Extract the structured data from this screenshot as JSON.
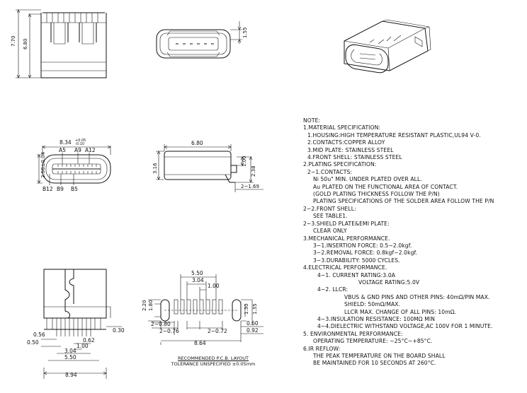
{
  "top_views": {
    "side_height_outer": "7.70",
    "side_height_inner": "6.80",
    "front_height": "1.55"
  },
  "front_view": {
    "width": "8.34",
    "width_tol_plus": "+0.05",
    "width_tol_minus": "-0.10",
    "height": "2.56±0.04",
    "pin_top_left_a": "A5",
    "pin_top_left_b": "A9",
    "pin_top_right": "A12",
    "pin_bot_b12": "B12",
    "pin_bot_b9": "B9",
    "pin_bot_b5": "B5"
  },
  "side_view": {
    "length": "6.80",
    "height_left": "3.16",
    "height_right_a": "1.00",
    "height_right_b": "2.38",
    "tail": "2~1.69"
  },
  "bottom_view": {
    "width_overall": "8.94",
    "dim_5_50": "5.50",
    "dim_3_04": "3.04",
    "dim_1_00": "1.00",
    "dim_0_56": "0.56",
    "dim_0_62": "0.62",
    "dim_0_50": "0.50",
    "dim_0_30": "0.30"
  },
  "pcb_layout": {
    "dim_5_50": "5.50",
    "dim_3_04": "3.04",
    "dim_1_00": "1.00",
    "dim_2_20": "2.20",
    "dim_1_80": "1.80",
    "dim_8_64": "8.64",
    "dim_2_0_80": "2~0.80",
    "dim_2_0_76": "2~0.76",
    "dim_2_0_72": "2~0.72",
    "dim_0_60": "0.60",
    "dim_1_30": "1.30",
    "dim_1_35": "1.35",
    "dim_0_92": "0.92",
    "caption_line1": "RECOMMENDED P.C.B. LAYOUT",
    "caption_line2": "TOLERANCE UNSPECIFIED ±0.05mm"
  },
  "notes": {
    "heading": "NOTE:",
    "n1": "1.MATERIAL SPECIFICATION:",
    "n1_1": "1.HOUSING:HIGH TEMPERATURE RESISTANT PLASTIC,UL94 V-0.",
    "n1_2": "2.CONTACTS:COPPER ALLOY",
    "n1_3": "3.MID PLATE: STAINLESS STEEL",
    "n1_4": "4.FRONT SHELL: STAINLESS STEEL",
    "n2": "2.PLATING SPECIFICATION:",
    "n2_1": "2−1.CONTACTS:",
    "n2_1a": "Ni 50u\" MIN. UNDER PLATED OVER ALL.",
    "n2_1b": "Au PLATED ON THE FUNCTIONAL AREA OF CONTACT.",
    "n2_1c": "(GOLD PLATING THICKNESS FOLLOW THE P/N)",
    "n2_1d": "PLATING SPECIFICATIONS OF THE SOLDER AREA FOLLOW THE P/N",
    "n2_2": "2−2.FRONT SHELL:",
    "n2_2a": "SEE TABLE1.",
    "n2_3": "2−3.SHIELD PLATE&EMI PLATE:",
    "n2_3a": "CLEAR ONLY",
    "n3": "3.MECHANICAL PERFORMANCE.",
    "n3_1": "3−1.INSERTION FORCE: 0.5~2.0kgf.",
    "n3_2": "3−2.REMOVAL FORCE: 0.8kgf~2.0kgf.",
    "n3_3": "3−3.DURABILITY: 5000 CYCLES.",
    "n4": "4.ELECTRICAL PERFORMANCE.",
    "n4_1": "4−1. CURRENT RATING:3.0A",
    "n4_1a": "VOLTAGE RATING:5.0V",
    "n4_2": "4−2. LLCR:",
    "n4_2a": "VBUS & GND PINS AND OTHER PINS: 40mΩ/PIN MAX.",
    "n4_2b": "SHIELD: 50mΩ/MAX.",
    "n4_2c": "LLCR MAX. CHANGE OF ALL PINS: 10mΩ.",
    "n4_3": "4−3.INSULATION RESISTANCE: 100MΩ  MIN",
    "n4_4": "4−4.DIELECTRIC WITHSTAND VOLTAGE,AC 100V FOR 1 MINUTE.",
    "n5": "5. ENVIRONMENTAL PERFORMANCE:",
    "n5_1": "OPERATING TEMPERATURE: −25°C~+85°C.",
    "n6": "6.IR REFLOW:",
    "n6_1": "THE PEAK TEMPERATURE ON THE BOARD SHALL",
    "n6_2": "BE MAINTAINED FOR 10 SECONDS AT 260°C."
  }
}
